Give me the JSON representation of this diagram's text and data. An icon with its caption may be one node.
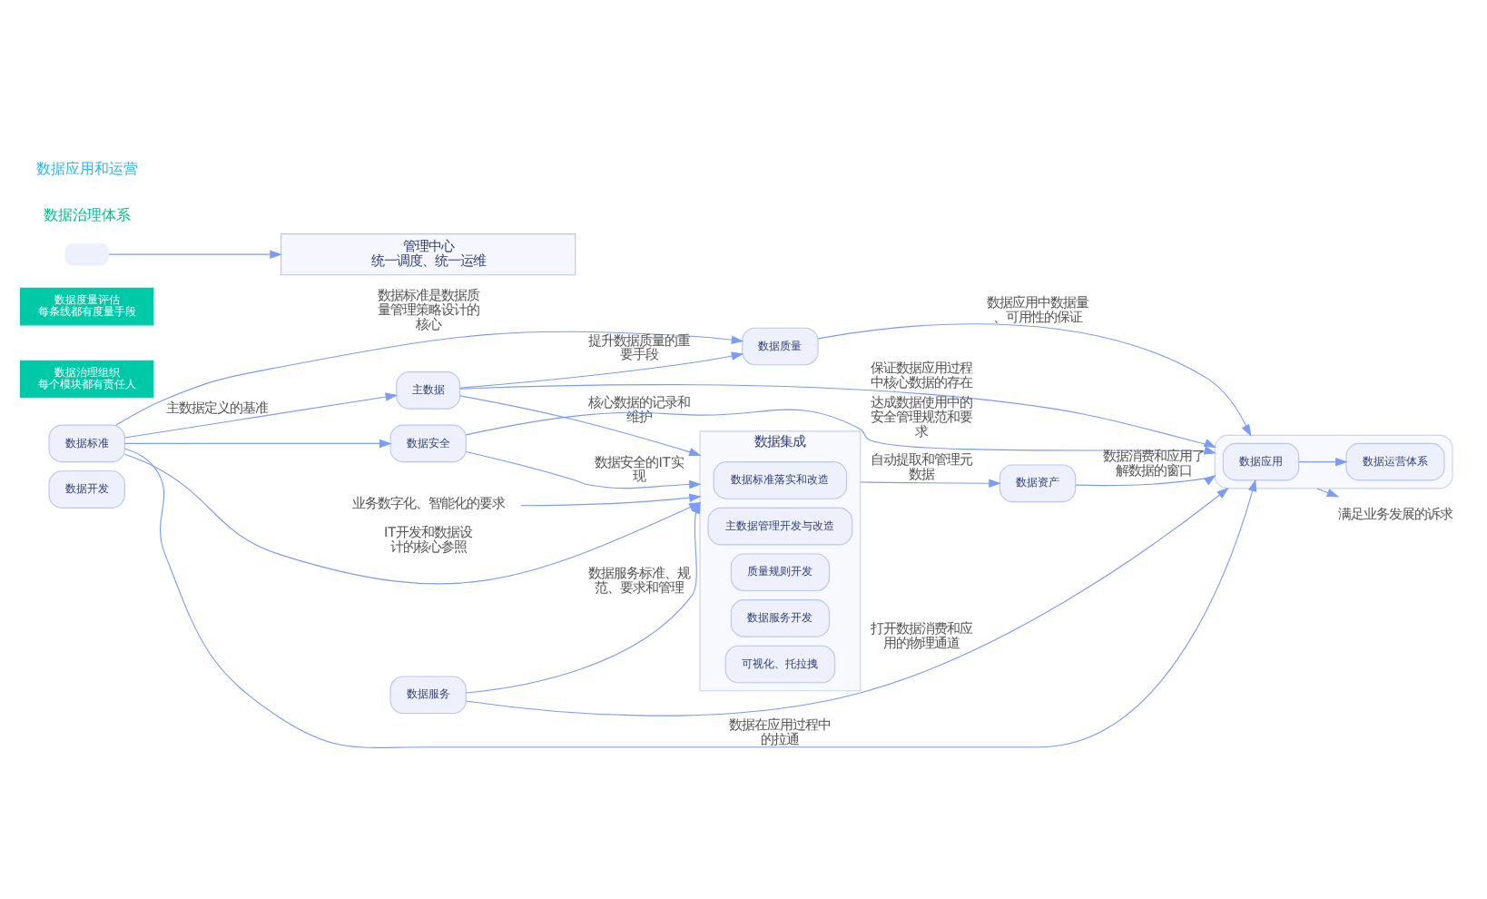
{
  "diagram": {
    "nodes": [
      {
        "text": [
          "数据开发"
        ]
      },
      {
        "text": [
          "数据集成"
        ]
      },
      {
        "text": [
          "数据标准落实和改造"
        ],
        "in": 1
      },
      {
        "text": [
          "主数据管理开发与改造"
        ],
        "in": 1
      },
      {
        "text": [
          "质量规则开发"
        ],
        "in": 1
      },
      {
        "text": [
          "数据服务开发"
        ],
        "in": 1
      },
      {
        "text": [
          "可视化、托拉拽"
        ],
        "in": 1
      },
      {
        "text": [
          "数据标准"
        ]
      },
      {
        "text": [
          "数据质量"
        ]
      },
      {
        "text": [
          "主数据"
        ]
      },
      {
        "text": [
          "数据安全"
        ]
      },
      {
        "text": [
          "数据服务"
        ]
      },
      {
        "text": [
          "数据资产"
        ]
      },
      {
        "text": [],
        "shape": "box"
      },
      {
        "text": [
          "数据应用"
        ],
        "in": 13
      },
      {
        "text": [
          "数据运营体系"
        ],
        "in": 13
      },
      {
        "text": [
          "数据治理组织",
          "每个模块都有责任人"
        ]
      },
      {
        "text": [
          "数据度量评估",
          "每条线都有度量手段"
        ]
      },
      {
        "text": [
          "管理中心",
          "统一调度、统一运维"
        ]
      },
      {
        "text": [
          "业务数字化、智能化的要求"
        ]
      },
      {
        "text": [
          "满足业务发展的诉求"
        ]
      }
    ],
    "edges": [
      {
        "from": 19,
        "to": 1,
        "arrow": "to"
      },
      {
        "from": 7,
        "to": 1,
        "arrow": "to",
        "label": "IT开发和数据设计的核心参照"
      },
      {
        "from": 7,
        "to": 9,
        "arrow": "to",
        "label": "主数据定义的基准"
      },
      {
        "from": 7,
        "to": 8,
        "arrow": "to",
        "label": "数据标准是数据质量管理策略设计的核心"
      },
      {
        "from": 7,
        "to": 14,
        "arrow": "to",
        "label": "数据在应用过程中的拉通"
      },
      {
        "from": 7,
        "to": 10,
        "arrow": "to"
      },
      {
        "from": 8,
        "to": 13,
        "arrow": "to",
        "label": "数据应用中数据量、可用性的保证"
      },
      {
        "from": 9,
        "to": 1,
        "arrow": "to",
        "label": "核心数据的记录和维护"
      },
      {
        "from": 10,
        "to": 1,
        "arrow": "to",
        "label": "数据安全的IT实现"
      },
      {
        "from": 9,
        "to": 8,
        "arrow": "to",
        "label": "提升数据质量的重要手段"
      },
      {
        "from": 9,
        "to": 13,
        "arrow": "to",
        "label": "保证数据应用过程中核心数据的存在"
      },
      {
        "from": 10,
        "to": 13,
        "arrow": "to",
        "label": "达成数据使用中的安全管理规范和要求"
      },
      {
        "from": 11,
        "to": 1,
        "arrow": "to",
        "label": "数据服务标准、规范、要求和管理"
      },
      {
        "from": 11,
        "to": 13,
        "arrow": "to",
        "label": "打开数据消费和应用的物理通道"
      },
      {
        "from": 1,
        "to": 12,
        "arrow": "to",
        "label": "自动提取和管理元数据"
      },
      {
        "from": 12,
        "to": 13,
        "arrow": "to",
        "label": "数据消费和应用了解数据的窗口"
      },
      {
        "from": 14,
        "to": 15,
        "arrow": "to"
      },
      {
        "from": 13,
        "to": 20,
        "arrow": "to"
      },
      {
        "from": null,
        "to": 18,
        "arrow": "to"
      }
    ],
    "labels": [
      "数据治理体系",
      "数据应用和运营"
    ]
  }
}
